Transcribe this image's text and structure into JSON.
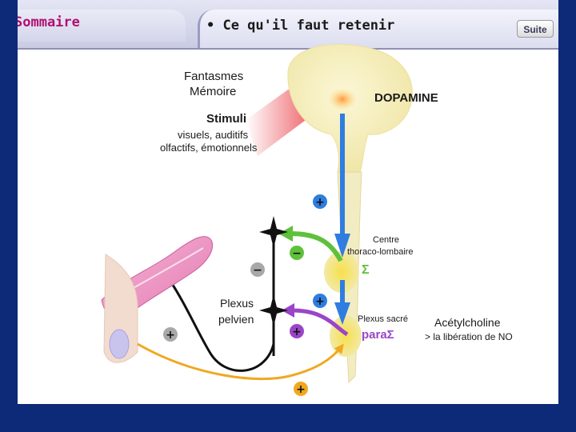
{
  "header": {
    "sommaire_label": "Sommaire",
    "title": "• Ce qu'il faut retenir",
    "suite_label": "Suite"
  },
  "labels": {
    "fantasmes": "Fantasmes",
    "memoire": "Mémoire",
    "stimuli": "Stimuli",
    "stimuli_line1": "visuels, auditifs",
    "stimuli_line2": "olfactifs, émotionnels",
    "dopamine": "DOPAMINE",
    "centre_line1": "Centre",
    "centre_line2": "thoraco-lombaire",
    "sigma": "Σ",
    "plexus_sacre": "Plexus sacré",
    "para_sigma": "paraΣ",
    "acetylcholine": "Acétylcholine",
    "liberation_no": "> la libération de NO",
    "plexus_line1": "Plexus",
    "plexus_line2": "pelvien",
    "plus": "+",
    "minus": "−"
  },
  "colors": {
    "magenta_title": "#b01070",
    "blue_spinal": "#2f7de0",
    "green_pathway": "#5fc13a",
    "purple_pathway": "#9a45c8",
    "orange_pathway": "#f0a820",
    "black_pathway": "#111111",
    "brain_fill": "#f6f0bc"
  }
}
